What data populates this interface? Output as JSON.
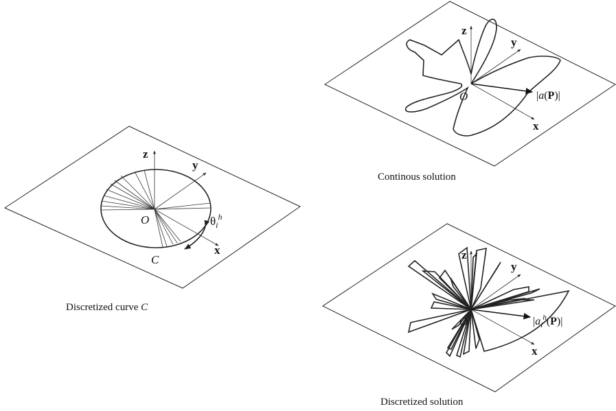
{
  "left_panel": {
    "caption_text": "Discretized curve ",
    "caption_var": "C",
    "axis_z": "z",
    "axis_y": "y",
    "axis_x": "x",
    "origin": "O",
    "curve_label": "C",
    "angle_base": "θ",
    "angle_sub": "i",
    "angle_sup": "h"
  },
  "top_right_panel": {
    "caption": "Continous solution",
    "axis_z": "z",
    "axis_y": "y",
    "axis_x": "x",
    "origin": "O",
    "vector_open": "|",
    "vector_fn": "a",
    "vector_arg_open": "(",
    "vector_arg": "P",
    "vector_close": ")|"
  },
  "bottom_right_panel": {
    "caption": "Discretized solution",
    "axis_z": "z",
    "axis_y": "y",
    "axis_x": "x",
    "origin": "O",
    "vector_open": "|",
    "vector_fn": "a",
    "vector_sub": "i",
    "vector_sup": "h",
    "vector_arg_open": "(",
    "vector_arg": "P",
    "vector_close": ")|"
  }
}
